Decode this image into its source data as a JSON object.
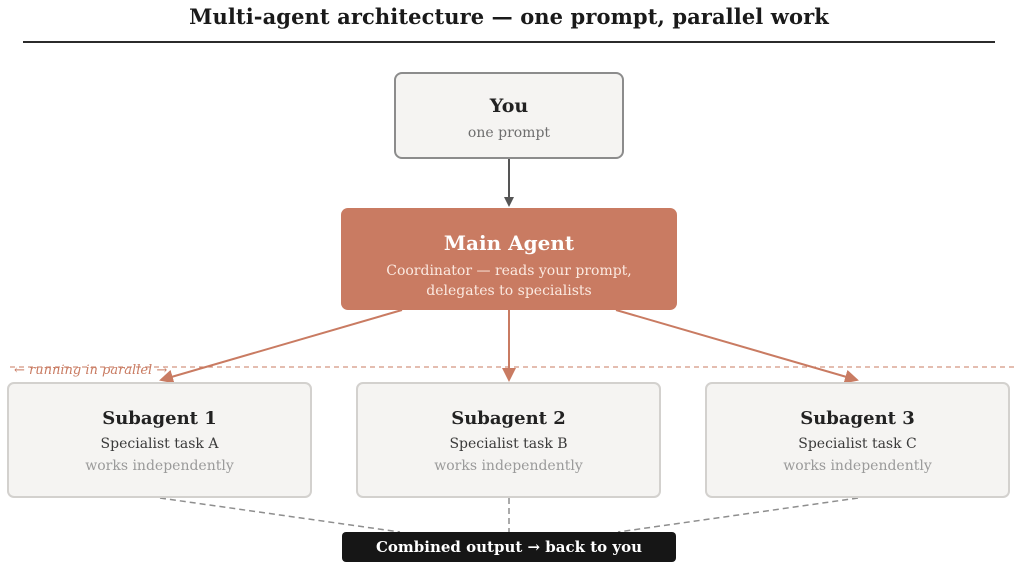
{
  "title": "Multi-agent architecture — one prompt, parallel work",
  "user_node": {
    "title": "You",
    "subtitle": "one prompt"
  },
  "main_agent": {
    "title": "Main Agent",
    "description_line1": "Coordinator — reads your prompt,",
    "description_line2": "delegates to specialists"
  },
  "parallel_label": "← running in parallel →",
  "subagents": [
    {
      "title": "Subagent 1",
      "task": "Specialist task A",
      "note": "works independently"
    },
    {
      "title": "Subagent 2",
      "task": "Specialist task B",
      "note": "works independently"
    },
    {
      "title": "Subagent 3",
      "task": "Specialist task C",
      "note": "works independently"
    }
  ],
  "output": {
    "label": "Combined output → back to you"
  },
  "colors": {
    "accent": "#c97b62",
    "arrow_dark": "#555555",
    "node_fill": "#f5f4f2",
    "output_fill": "#161616"
  }
}
